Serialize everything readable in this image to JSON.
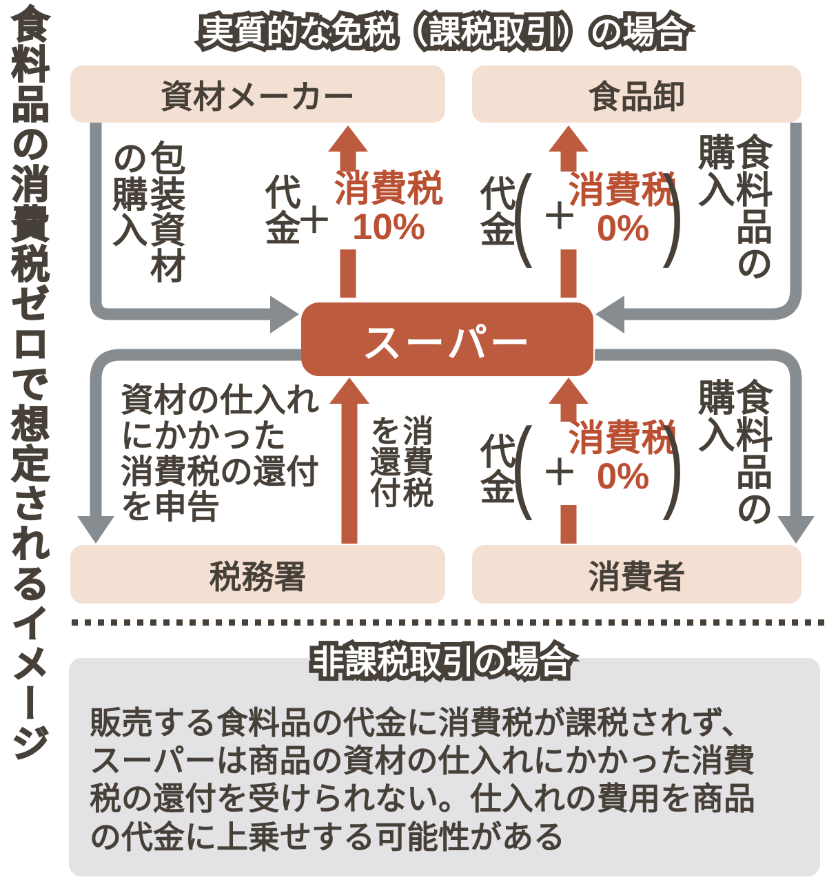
{
  "title": "食料品の消費税ゼロで想定されるイメージ",
  "section1": {
    "header": "実質的な免税（課税取引）の場合"
  },
  "entities": {
    "maker": "資材メーカー",
    "wholesaler": "食品卸",
    "supermarket": "スーパー",
    "tax_office": "税務署",
    "consumer": "消費者"
  },
  "flows": {
    "packing_purchase": "包装資材\nの購入",
    "food_purchase_top": "食料品の\n購入",
    "food_purchase_bottom": "食料品の\n購入",
    "declare_refund": "資材の仕入れ\nにかかった\n消費税の還付\nを申告",
    "tax_refund": "消費税\nを還付",
    "price_top_left": "代金",
    "price_top_right": "代金",
    "price_bottom_right": "代金",
    "plus": "＋",
    "tax_10": "消費税\n10%",
    "tax_0_top": "消費税\n0%",
    "tax_0_bottom": "消費税\n0%",
    "paren_open": "(",
    "paren_close": ")"
  },
  "section2": {
    "header": "非課税取引の場合",
    "body": "販売する食料品の代金に消費税が課税されず、\nスーパーは商品の資材の仕入れにかかった消費\n税の還付を受けられない。仕入れの費用を商品\nの代金に上乗せする可能性がある"
  },
  "colors": {
    "accent_red": "#bd5b3f",
    "accent_red_text": "#ba4f31",
    "entity_box_peach": "#f4e0d3",
    "arrow_gray": "#878c91",
    "panel_gray": "#e3e3e6",
    "ink_dark": "#474038"
  }
}
